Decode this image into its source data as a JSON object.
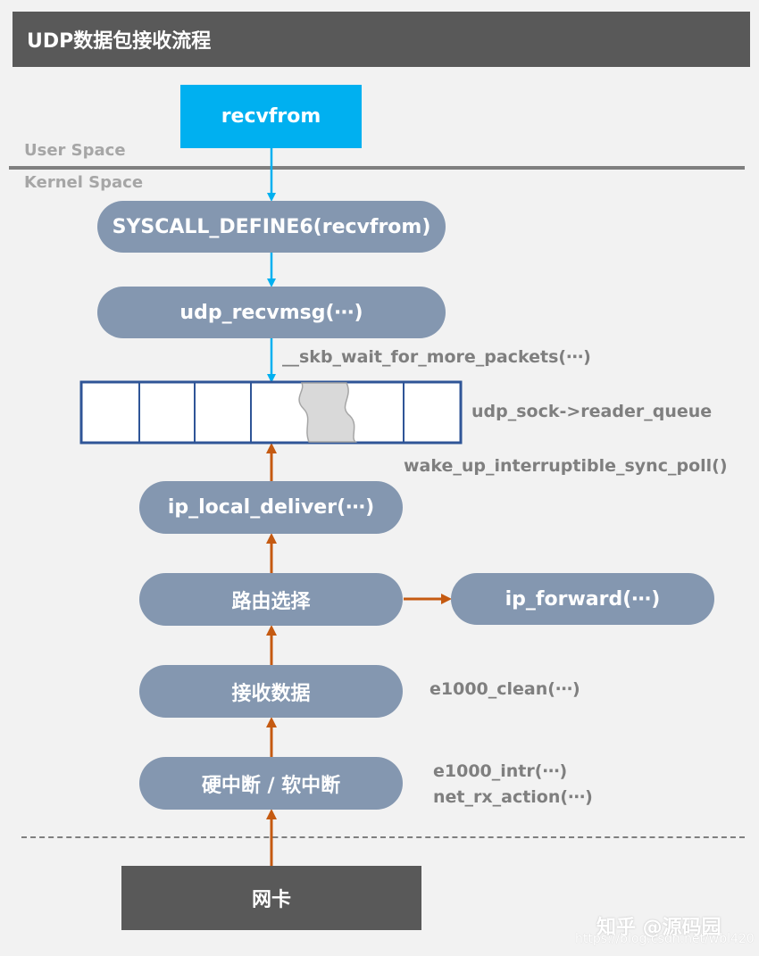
{
  "title": "UDP数据包接收流程",
  "labels": {
    "user_space": "User Space",
    "kernel_space": "Kernel Space"
  },
  "nodes": {
    "recvfrom": "recvfrom",
    "syscall": "SYSCALL_DEFINE6(recvfrom)",
    "udp_recvmsg": "udp_recvmsg(⋯)",
    "ip_local_deliver": "ip_local_deliver(⋯)",
    "route": "路由选择",
    "ip_forward": "ip_forward(⋯)",
    "receive": "接收数据",
    "interrupt": "硬中断 / 软中断",
    "nic": "网卡"
  },
  "notes": {
    "skb_wait": "__skb_wait_for_more_packets(⋯)",
    "reader_queue": "udp_sock->reader_queue",
    "wake_up": "wake_up_interruptible_sync_poll()",
    "e1000_clean": "e1000_clean(⋯)",
    "e1000_intr": "e1000_intr(⋯)",
    "net_rx_action": "net_rx_action(⋯)"
  },
  "watermark": {
    "line1": "知乎 @源码园",
    "line2": "https://blog.csdn.net/wbl420"
  },
  "colors": {
    "title_bg": "#595959",
    "user_call": "#00b0f0",
    "node": "#8497b0",
    "arrow_down": "#00b0f0",
    "arrow_up": "#c55a11",
    "queue_border": "#2f5597",
    "nic": "#595959"
  }
}
